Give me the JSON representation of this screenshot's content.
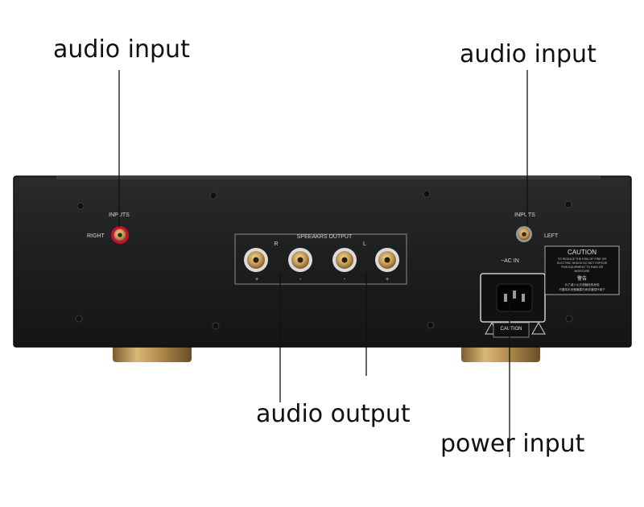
{
  "callouts": {
    "left_input": "audio input",
    "right_input": "audio input",
    "output": "audio output",
    "power": "power input"
  },
  "panel": {
    "inputs_left_label": "INPUTS",
    "right_label": "RIGHT",
    "inputs_right_label": "INPUTS",
    "left_label": "LEFT",
    "speakers_output_label": "SPEEAKRS OUTPUT",
    "channel_r": "R",
    "channel_l": "L",
    "terminal_signs": [
      "+",
      "-",
      "-",
      "+"
    ],
    "ac_in_label": "~AC IN",
    "caution_title": "CAUTION",
    "caution_text": [
      "TO REDUCE THE RISK OF FIRE OR",
      "ELECTRIC SHOCK DO NOT EXPOSE",
      "THIS EQUIPMENT TO RAIN OR",
      "MOISTURE"
    ],
    "caution_cn_title": "警告",
    "caution_cn_text": [
      "为了减少火灾或触电的危险",
      "不要将本设备暴露在雨或潮湿环境下"
    ],
    "fuse_caution": "CAUTION"
  },
  "colors": {
    "panel": "#1c1d1f",
    "brass": "#c9a566",
    "rca_red": "#c8102e",
    "line": "#111111"
  }
}
